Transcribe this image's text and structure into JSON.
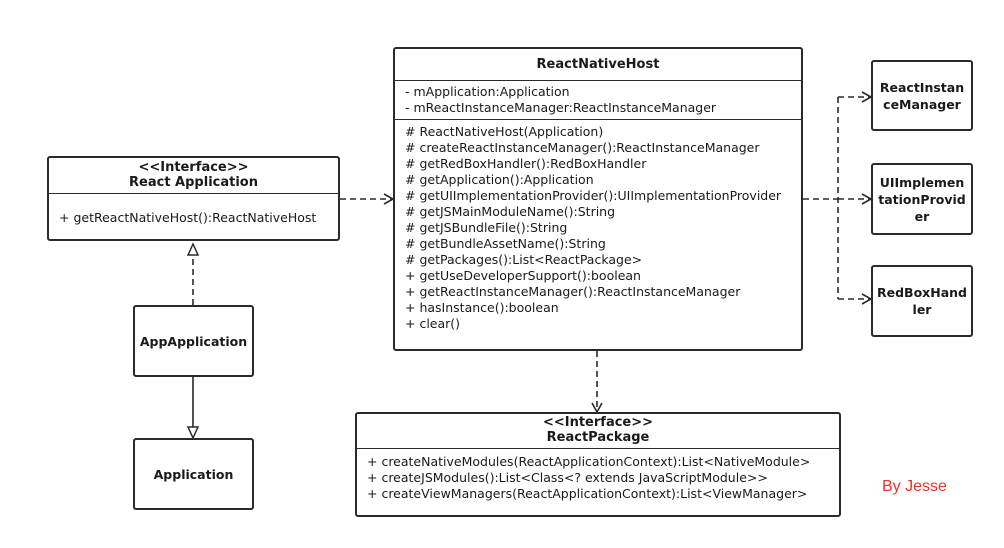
{
  "react_application": {
    "stereotype": "<<Interface>>",
    "name": "React Application",
    "methods": [
      "+ getReactNativeHost():ReactNativeHost"
    ]
  },
  "app_application": {
    "name": "AppApplication"
  },
  "application": {
    "name": "Application"
  },
  "react_native_host": {
    "name": "ReactNativeHost",
    "fields": [
      "- mApplication:Application",
      "- mReactInstanceManager:ReactInstanceManager"
    ],
    "methods": [
      "# ReactNativeHost(Application)",
      "# createReactInstanceManager():ReactInstanceManager",
      "# getRedBoxHandler():RedBoxHandler",
      "# getApplication():Application",
      "# getUIImplementationProvider():UIImplementationProvider",
      "# getJSMainModuleName():String",
      "# getJSBundleFile():String",
      "# getBundleAssetName():String",
      "# getPackages():List<ReactPackage>",
      "+ getUseDeveloperSupport():boolean",
      "+ getReactInstanceManager():ReactInstanceManager",
      "+ hasInstance():boolean",
      "+ clear()"
    ]
  },
  "react_instance_manager": {
    "name": "ReactInstanceManager"
  },
  "ui_implementation_provider": {
    "name": "UIImplementationProvider"
  },
  "redbox_handler": {
    "name": "RedBoxHandler"
  },
  "react_package": {
    "stereotype": "<<Interface>>",
    "name": "ReactPackage",
    "methods": [
      "+ createNativeModules(ReactApplicationContext):List<NativeModule>",
      "+ createJSModules():List<Class<? extends JavaScriptModule>>",
      "+ createViewManagers(ReactApplicationContext):List<ViewManager>"
    ]
  },
  "author": "By Jesse"
}
